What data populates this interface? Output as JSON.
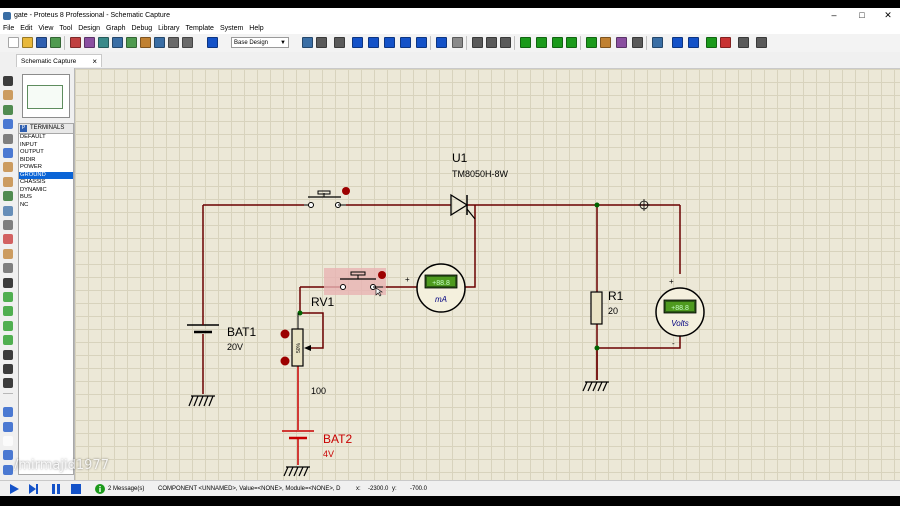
{
  "window": {
    "title": "gate - Proteus 8 Professional - Schematic Capture"
  },
  "menu": [
    "File",
    "Edit",
    "View",
    "Tool",
    "Design",
    "Graph",
    "Debug",
    "Library",
    "Template",
    "System",
    "Help"
  ],
  "toolbar": {
    "design_select": "Base Design"
  },
  "tab": {
    "label": "Schematic Capture"
  },
  "panel": {
    "header": "TERMINALS",
    "header_icon": "P",
    "items": [
      "DEFAULT",
      "INPUT",
      "OUTPUT",
      "BIDIR",
      "POWER",
      "GROUND",
      "CHASSIS",
      "DYNAMIC",
      "BUS",
      "NC"
    ],
    "selected": "GROUND"
  },
  "schematic": {
    "u1_ref": "U1",
    "u1_part": "TM8050H-8W",
    "rv1_ref": "RV1",
    "rv1_value": "100",
    "rv1_percent": "50%",
    "bat1_ref": "BAT1",
    "bat1_value": "20V",
    "bat2_ref": "BAT2",
    "bat2_value": "4V",
    "r1_ref": "R1",
    "r1_value": "20",
    "ammeter_display": "+88.8",
    "ammeter_unit": "mA",
    "voltmeter_display": "+88.8",
    "voltmeter_unit": "Volts",
    "plus_sign": "+",
    "minus_sign": "-"
  },
  "status": {
    "messages": "2 Message(s)",
    "info": "COMPONENT <UNNAMED>, Value=<NONE>, Module=<NONE>, D",
    "x_label": "x:",
    "x_value": "-2300.0",
    "y_label": "y:",
    "y_value": "-700.0"
  },
  "watermark": "/mirmajid1977",
  "colors": {
    "wire": "#6b0000",
    "red_wire": "#c80000",
    "component": "#000080",
    "selection": "#e9b3b3",
    "canvas": "#ece8d7"
  }
}
